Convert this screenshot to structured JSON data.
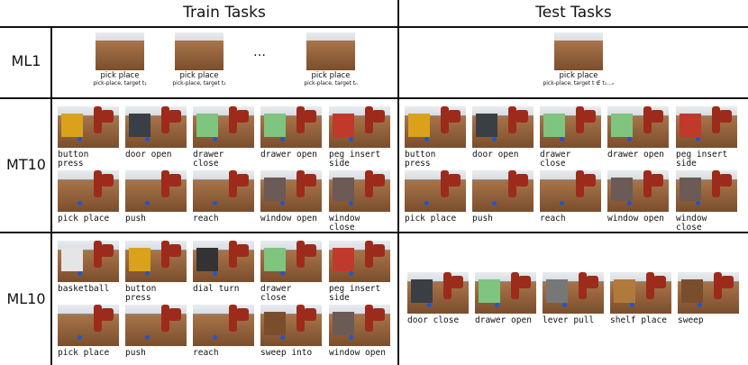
{
  "headers": {
    "train": "Train Tasks",
    "test": "Test Tasks"
  },
  "rows": {
    "ml1": {
      "label": "ML1",
      "train": [
        {
          "caption": "pick place",
          "sub": "pick-place, target t₁"
        },
        {
          "caption": "pick place",
          "sub": "pick-place, target t₂"
        },
        {
          "caption": "pick place",
          "sub": "pick-place, target tₙ"
        }
      ],
      "ellipsis": "…",
      "test": [
        {
          "caption": "pick place",
          "sub": "pick-place, target t ∉ t₁…ₙ"
        }
      ]
    },
    "mt10": {
      "label": "MT10",
      "train": [
        "button press",
        "door open",
        "drawer close",
        "drawer open",
        "peg insert side",
        "pick place",
        "push",
        "reach",
        "window open",
        "window close"
      ],
      "test": [
        "button press",
        "door open",
        "drawer close",
        "drawer open",
        "peg insert side",
        "pick place",
        "push",
        "reach",
        "window open",
        "window close"
      ]
    },
    "ml10": {
      "label": "ML10",
      "train": [
        "basketball",
        "button press",
        "dial turn",
        "drawer close",
        "peg insert side",
        "pick place",
        "push",
        "reach",
        "sweep into",
        "window open"
      ],
      "test": [
        "door close",
        "drawer open",
        "lever pull",
        "shelf place",
        "sweep"
      ]
    }
  },
  "colors": {
    "arm": "#9c2b1c",
    "floor": "#7a4e2d",
    "wall": "#d9dde1",
    "line": "#111111"
  }
}
